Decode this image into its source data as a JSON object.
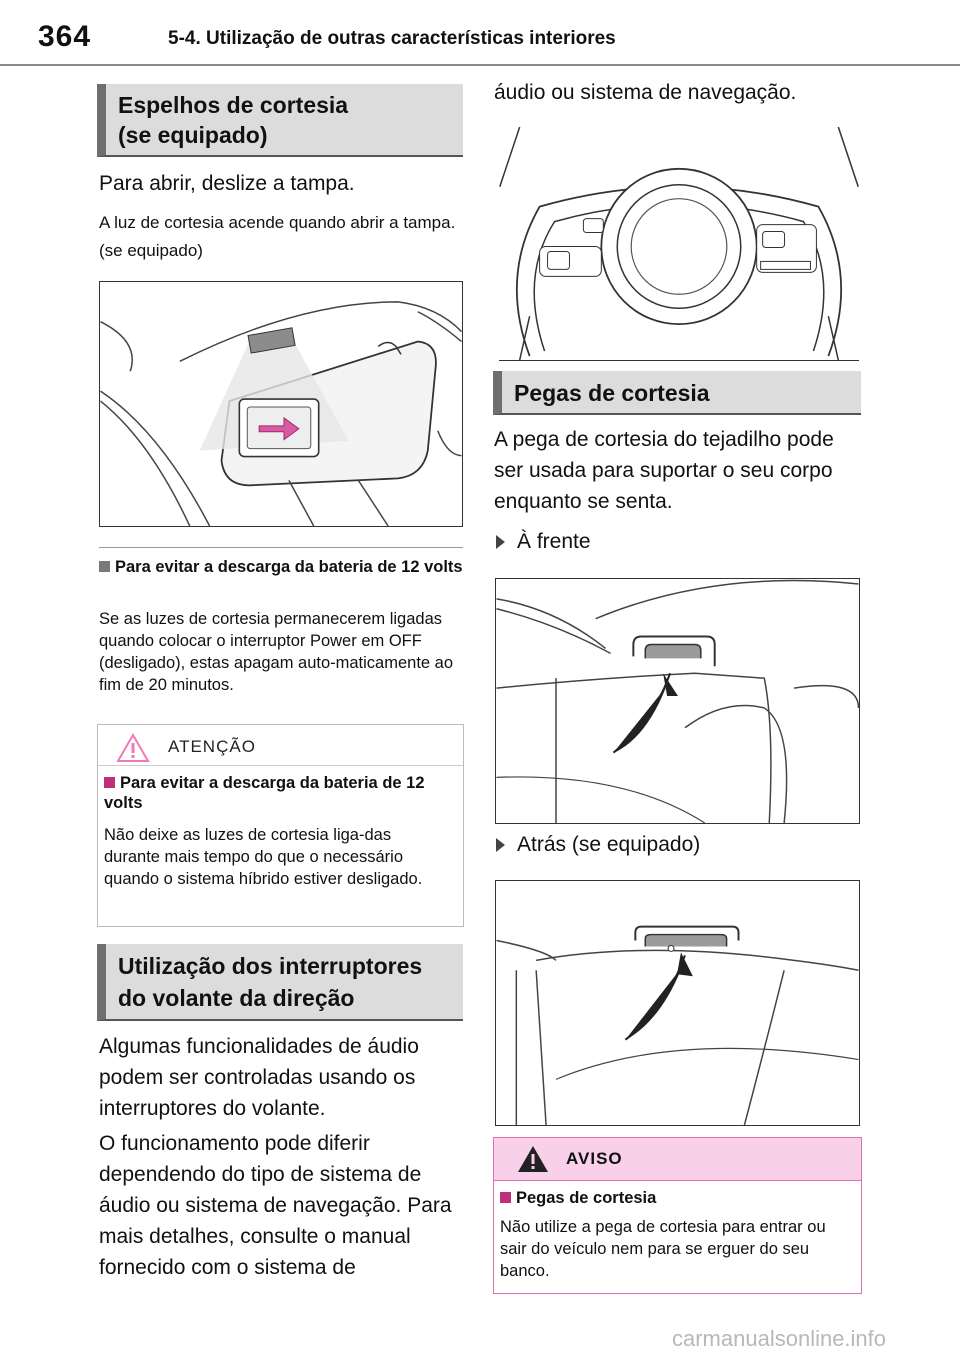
{
  "header": {
    "page_number": "364",
    "chapter_title": "5-4. Utilização de outras características interiores"
  },
  "left": {
    "sec1": {
      "title_line1": "Espelhos de cortesia",
      "title_line2": "(se equipado)",
      "p1": "Para abrir, deslize a tampa.",
      "p2": "A luz de cortesia acende quando abrir a tampa. (se equipado)"
    },
    "note1": {
      "heading": "Para evitar a descarga da bateria de 12 volts",
      "text": "Se as luzes de cortesia permanecerem ligadas quando colocar o interruptor Power em OFF (desligado), estas apagam auto-maticamente ao fim de 20 minutos."
    },
    "warning": {
      "label": "ATENÇÃO",
      "heading": "Para evitar a descarga da bateria de 12 volts",
      "text": "Não deixe as luzes de cortesia liga-das durante mais tempo do que o necessário quando o sistema híbrido estiver desligado."
    },
    "sec2": {
      "title_line1": "Utilização dos interruptores",
      "title_line2": "do volante da direção",
      "p1": "Algumas funcionalidades de áudio podem ser controladas usando os interruptores do volante.",
      "p2": "O funcionamento pode diferir dependendo do tipo de sistema de áudio ou sistema de navegação. Para mais detalhes, consulte o manual fornecido com o sistema de"
    }
  },
  "right": {
    "continued": "áudio ou sistema de navegação.",
    "sec3": {
      "title": "Pegas de cortesia",
      "p1": "A pega de cortesia do tejadilho pode ser usada para suportar o seu corpo enquanto se senta.",
      "front_label": "À frente",
      "rear_label": "Atrás (se equipado)"
    },
    "notice": {
      "label": "AVISO",
      "heading": "Pegas de cortesia",
      "text": "Não utilize a pega de cortesia para entrar ou sair do veículo nem para se erguer do seu banco."
    }
  },
  "footer": {
    "watermark": "carmanualsonline.info"
  },
  "colors": {
    "section_bg": "#dcdcdc",
    "notice_bg": "#f8d0ea",
    "notice_border": "#e070b0",
    "accent_pink": "#c0307a"
  }
}
